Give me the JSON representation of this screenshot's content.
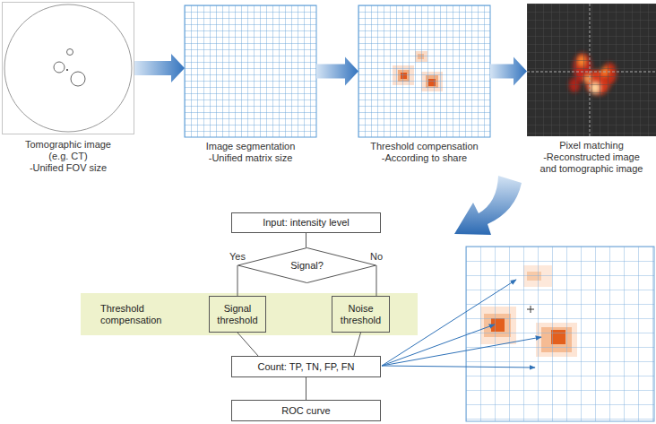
{
  "diagram": {
    "nodes": [
      {
        "text": [
          "Tomographic image (e.g. CT)",
          "-Unified FOV size"
        ]
      },
      {
        "text": [
          "Image segmentation",
          "-Unified matrix size"
        ]
      },
      {
        "text": [
          "Threshold compensation",
          "-According to share"
        ]
      },
      {
        "text": [
          "Pixel matching",
          "-Reconstructed image and tomographic image"
        ]
      },
      {
        "text": [
          "Input: intensity level"
        ]
      },
      {
        "text": [
          "Signal?"
        ]
      },
      {
        "text": [
          "Threshold compensation"
        ]
      },
      {
        "text": [
          "Signal threshold"
        ],
        "in": 6
      },
      {
        "text": [
          "Noise threshold"
        ],
        "in": 6
      },
      {
        "text": [
          "Count: TP, TN, FP, FN"
        ]
      },
      {
        "text": [
          "ROC curve"
        ]
      }
    ],
    "edges": [
      {
        "from": 0,
        "to": 1,
        "arrow": "to"
      },
      {
        "from": 1,
        "to": 2,
        "arrow": "to"
      },
      {
        "from": 2,
        "to": 3,
        "arrow": "to"
      },
      {
        "from": 4,
        "to": 5,
        "arrow": "none"
      },
      {
        "from": 5,
        "to": 7,
        "label": "Yes",
        "arrow": "none"
      },
      {
        "from": 5,
        "to": 8,
        "label": "No",
        "arrow": "none"
      },
      {
        "from": 7,
        "to": 9,
        "arrow": "none"
      },
      {
        "from": 8,
        "to": 9,
        "arrow": "none"
      },
      {
        "from": 9,
        "to": 10,
        "arrow": "none"
      }
    ]
  }
}
